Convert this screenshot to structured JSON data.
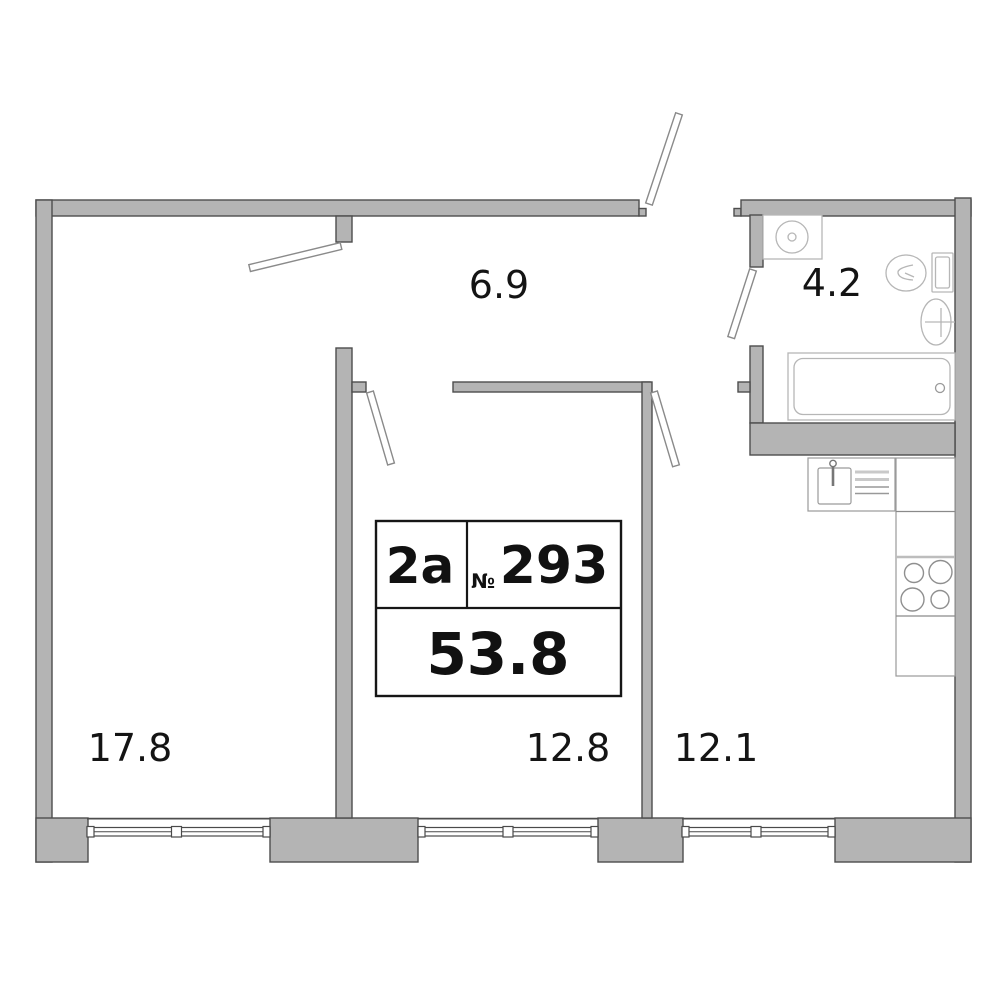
{
  "unit_card": {
    "type": "2a",
    "number_sign": "№",
    "number": "293",
    "total_area": "53.8"
  },
  "rooms": {
    "living_room": {
      "area": "17.8"
    },
    "hallway": {
      "area": "6.9"
    },
    "bathroom": {
      "area": "4.2"
    },
    "bedroom": {
      "area": "12.8"
    },
    "kitchen_living": {
      "area": "12.1"
    }
  },
  "fixtures": [
    "washing-machine-icon",
    "toilet-icon",
    "bathroom-sink-icon",
    "bathtub-icon",
    "kitchen-sink-icon",
    "cooktop-icon",
    "kitchen-counter-icon"
  ],
  "colors": {
    "wall_fill": "#b4b4b4",
    "wall_outline": "#4d4d4d",
    "fixture_line": "#b6b6b6",
    "label_text": "#141414",
    "card_border": "#161616"
  }
}
